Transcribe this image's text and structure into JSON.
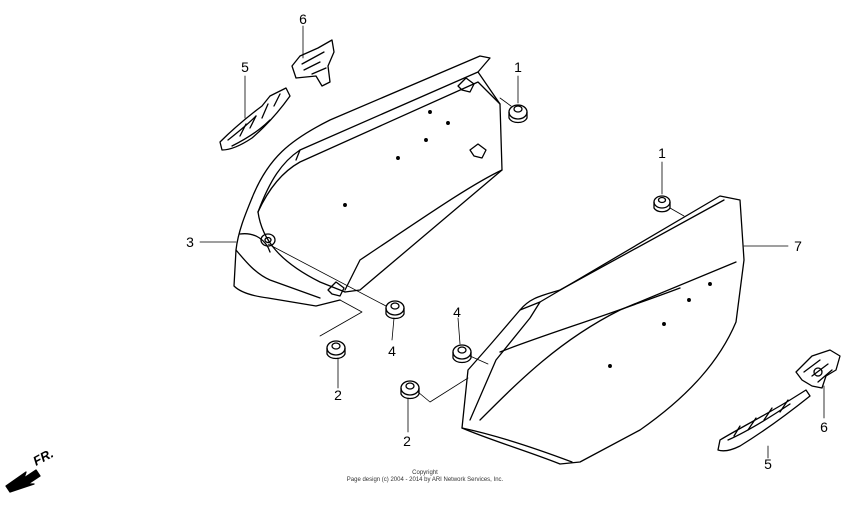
{
  "diagram": {
    "callouts": {
      "c1_upper": "1",
      "c1_lower": "1",
      "c2_left": "2",
      "c2_right": "2",
      "c3": "3",
      "c4_left": "4",
      "c4_right": "4",
      "c5_left": "5",
      "c5_right": "5",
      "c6_left": "6",
      "c6_right": "6",
      "c7": "7"
    },
    "direction_label": "FR.",
    "copyright": {
      "line1": "Copyright",
      "line2": "Page design (c) 2004 - 2014 by ARI Network Services, Inc."
    }
  }
}
